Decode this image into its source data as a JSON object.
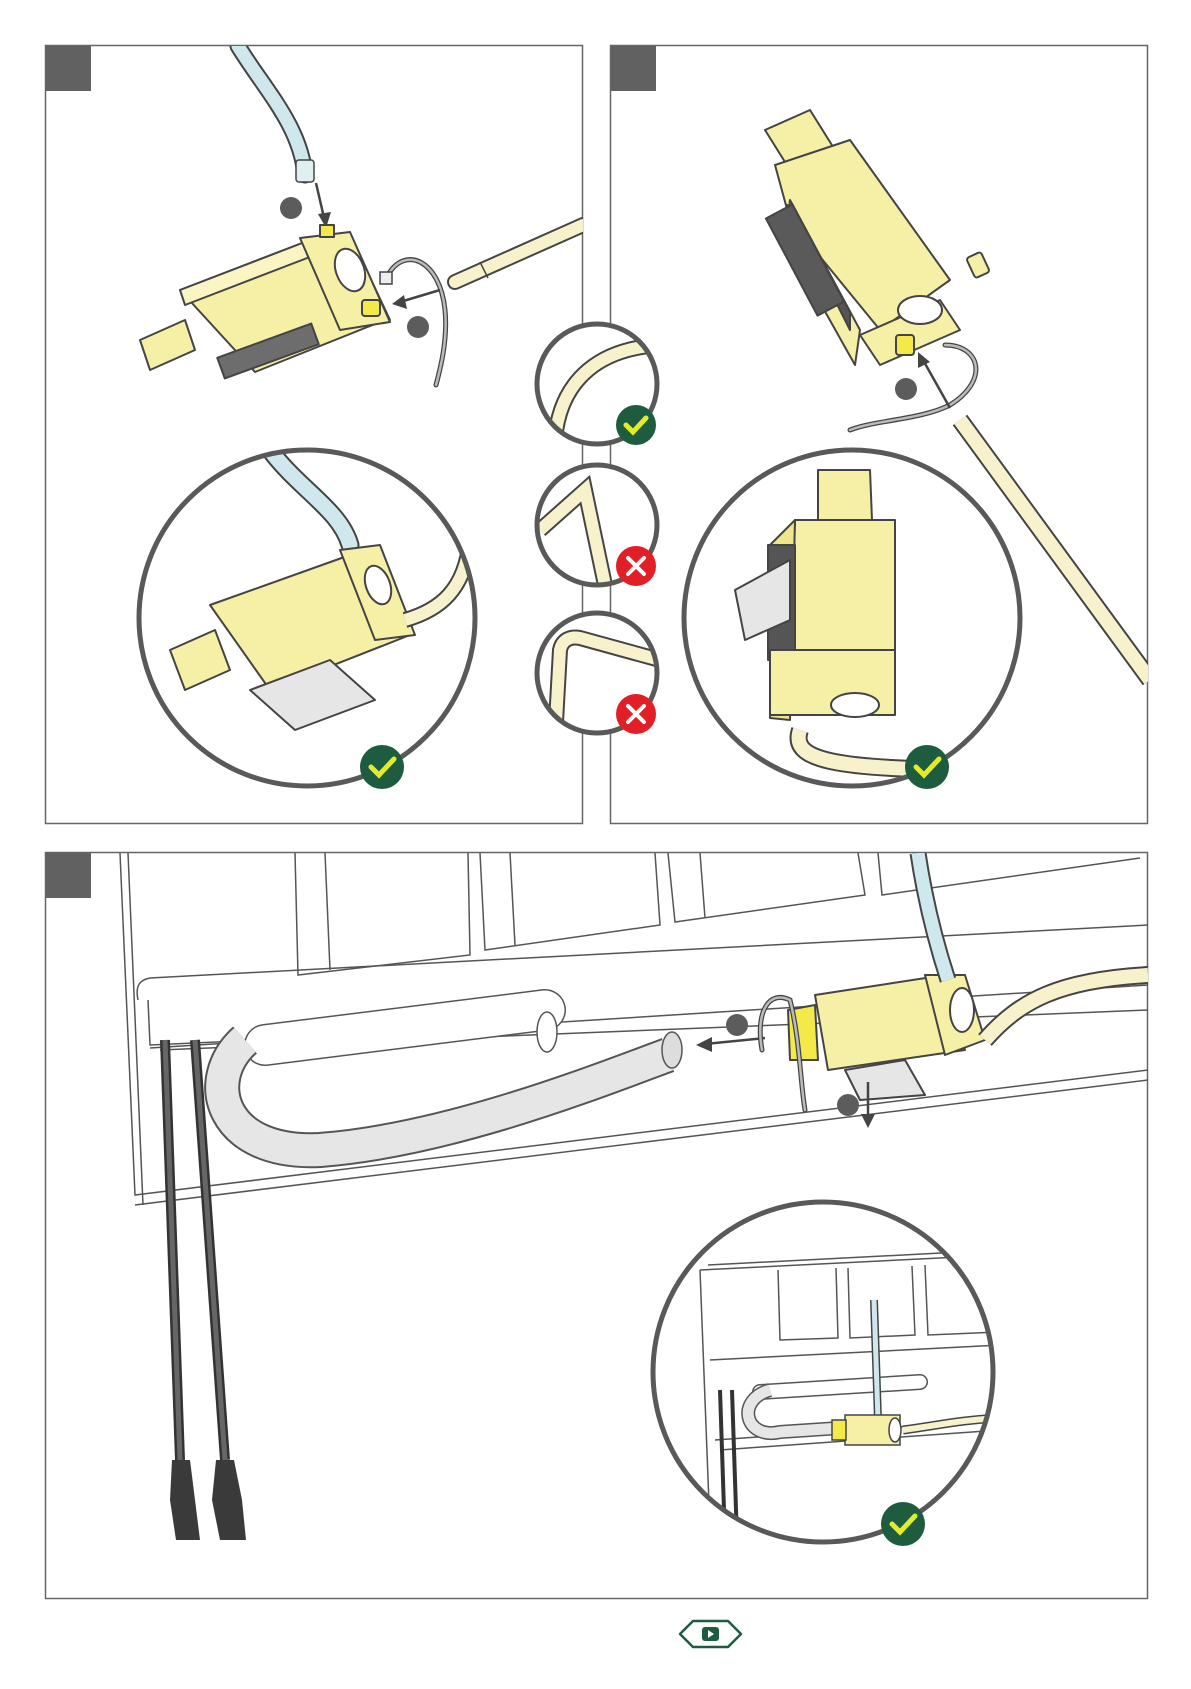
{
  "page": {
    "colors": {
      "frame": "#666666",
      "step_tab": "#616161",
      "pump_yellow": "#f6f0a6",
      "pump_yellow_bright": "#f3ea4a",
      "hose_blue": "#cfe8ee",
      "tube_cream": "#f8f2cc",
      "grey_hose": "#e6e6e6",
      "dark_cable": "#4a4a4a",
      "ok_green": "#1e5c40",
      "ok_tick": "#e3ec2a",
      "no_red": "#e21f26"
    },
    "panels": [
      {
        "id": "step-a",
        "step_label": ""
      },
      {
        "id": "step-b",
        "step_label": ""
      },
      {
        "id": "step-c",
        "step_label": ""
      }
    ],
    "badges": {
      "ok_icon": "check-icon",
      "no_icon": "cross-icon"
    },
    "footer": {
      "icon": "play-icon"
    }
  }
}
